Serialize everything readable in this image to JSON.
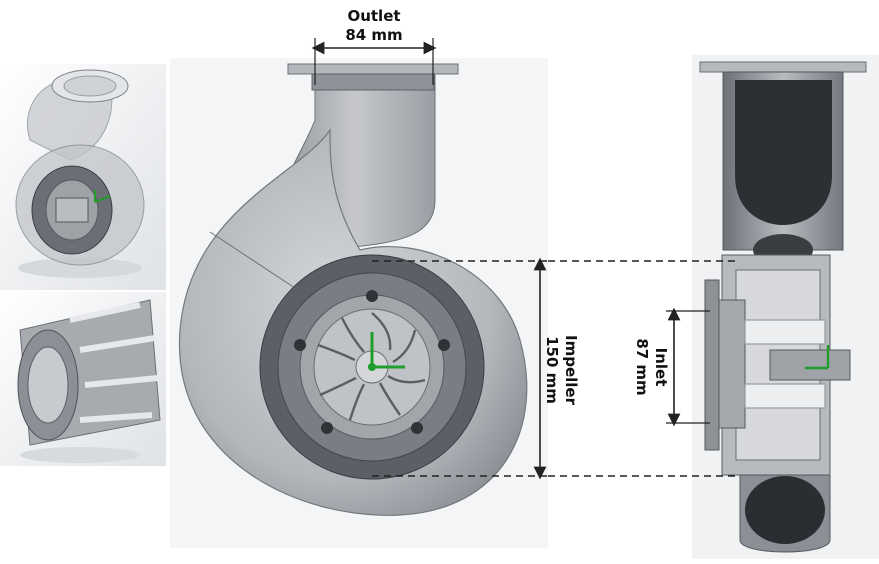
{
  "figure": {
    "outlet": {
      "title": "Outlet",
      "value": "84 mm"
    },
    "impeller": {
      "title": "Impeller",
      "value": "150 mm"
    },
    "inlet": {
      "title": "Inlet",
      "value": "87 mm"
    }
  },
  "colors": {
    "casing_light": "#c9cbcf",
    "casing_mid": "#9a9da3",
    "casing_dark": "#4e5157",
    "dimension_line": "#222222",
    "axis_green": "#1f9e2c",
    "panel_bg": "#eef0f3"
  }
}
